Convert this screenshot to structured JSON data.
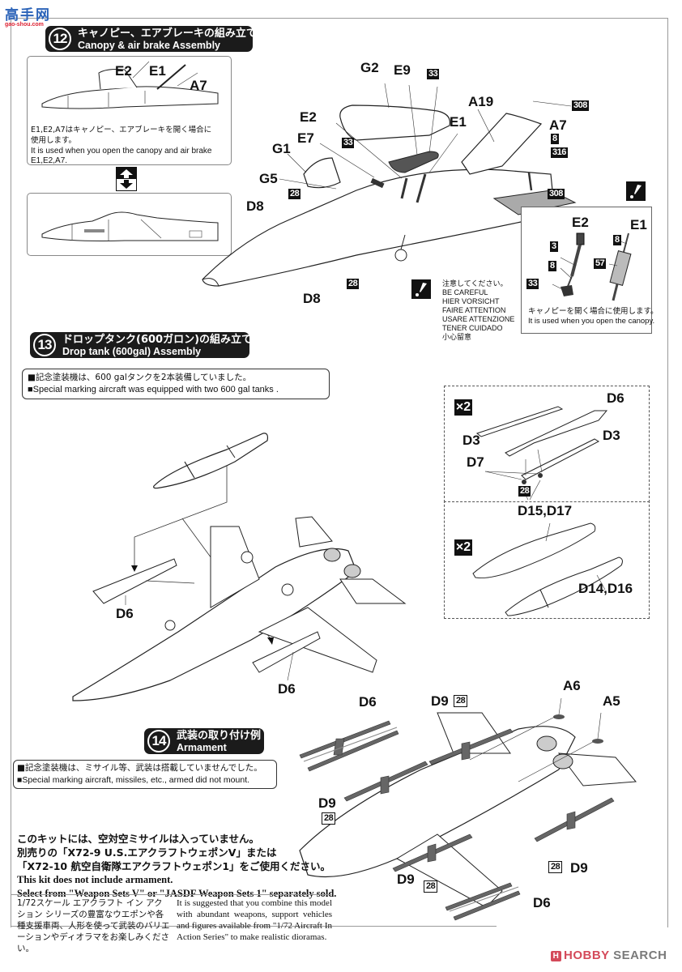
{
  "watermark": {
    "site_cn": "高手网",
    "site_url": "gao-shou.com",
    "hobby_search": {
      "part1": "HOBBY",
      "part2": " SEARCH",
      "icon": "H"
    }
  },
  "step12": {
    "number": "12",
    "title_jp": "キャノピー、エアブレーキの組み立て",
    "title_en": "Canopy & air brake Assembly",
    "inset_labels": [
      "E2",
      "E1",
      "A7"
    ],
    "inset_note_jp_line1": "E1,E2,A7はキャノピー、エアブレーキを開く場合に",
    "inset_note_jp_line2": "使用します。",
    "inset_note_en_line1": "It is used when you open the canopy and air brake",
    "inset_note_en_line2": "E1,E2,A7.",
    "swap_icon": "swap-up-down-icon",
    "part_labels": {
      "G2": "G2",
      "E9": "E9",
      "E2": "E2",
      "E7": "E7",
      "G1": "G1",
      "G5": "G5",
      "D8a": "D8",
      "D8b": "D8",
      "E1": "E1",
      "A19": "A19",
      "A7": "A7"
    },
    "paint_badges": {
      "b33a": "33",
      "b33b": "33",
      "b28a": "28",
      "b28b": "28",
      "b308a": "308",
      "b308b": "308",
      "b8": "8",
      "b316": "316"
    },
    "caution": {
      "icon": "caution-icon",
      "lines": "注意してください。\nBE CAREFUL\nHIER VORSICHT\nFAIRE ATTENTION\nUSARE ATTENZIONE\nTENER CUIDADO\n小心留意"
    },
    "detail_box": {
      "label_e2": "E2",
      "label_e1": "E1",
      "badges": {
        "b3": "3",
        "b8a": "8",
        "b33": "33",
        "b8b": "8",
        "b57": "57"
      },
      "note_jp": "キャノピーを開く場合に使用します。",
      "note_en": "It is used when you open the canopy."
    }
  },
  "step13": {
    "number": "13",
    "title_jp": "ドロップタンク(600ガロン)の組み立て",
    "title_en": "Drop tank (600gal) Assembly",
    "note_jp": "■記念塗装機は、600 galタンクを2本装備していました。",
    "note_en": "■Special marking aircraft was equipped with two 600 gal tanks .",
    "main_labels": {
      "d6a": "D6",
      "d6b": "D6"
    },
    "pylon_box": {
      "multiplier": "×2",
      "labels": {
        "d6": "D6",
        "d3a": "D3",
        "d3b": "D3",
        "d7": "D7"
      },
      "badge": "28"
    },
    "tank_box": {
      "multiplier": "×2",
      "labels": {
        "top": "D15,D17",
        "bottom": "D14,D16"
      }
    }
  },
  "step14": {
    "number": "14",
    "title_jp": "武装の取り付け例",
    "title_en": "Armament",
    "note_jp": "■記念塗装機は、ミサイル等、武装は搭載していませんでした。",
    "note_en": "■Special marking aircraft, missiles, etc., armed did not mount.",
    "labels": {
      "d6a": "D6",
      "d9a": "D9",
      "a6": "A6",
      "a5": "A5",
      "d9b": "D9",
      "d9c": "D9",
      "d9d": "D9",
      "d6b": "D6"
    },
    "badges": {
      "b28a": "28",
      "b28b": "28",
      "b28c": "28",
      "b28d": "28"
    },
    "armament_note": {
      "jp1": "このキットには、空対空ミサイルは入っていません。",
      "jp2": "別売りの「X72-9 U.S.エアクラフトウェポンV」または",
      "jp3": "「X72-10 航空自衛隊エアクラフトウェポン1」をご使用ください。",
      "en1": "This kit does not include armament.",
      "en2": "Select from \"Weapon Sets V\" or \"JASDF Weapon Sets 1\" separately sold."
    }
  },
  "footer": {
    "jp": "1/72スケール エアクラフト イン アクション シリーズの豊富なウエポンや各種支援車両、人形を使って武装のバリエーションやディオラマをお楽しみください。",
    "en": "It is suggested that you combine this model with abundant weapons, support vehicles and figures available from \"1/72 Aircraft In Action Series\" to make realistic dioramas."
  }
}
